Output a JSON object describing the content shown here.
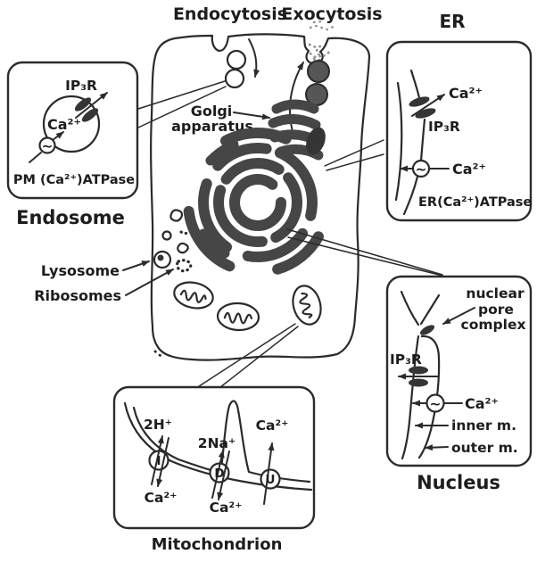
{
  "labels": {
    "endocytosis": "Endocytosis",
    "exocytosis": "Exocytosis",
    "golgi_line1": "Golgi",
    "golgi_line2": "apparatus",
    "lysosome": "Lysosome",
    "ribosomes": "Ribosomes"
  },
  "symbols": {
    "atpase": "~"
  },
  "endosome": {
    "title": "Endosome",
    "ip3r": "IP₃R",
    "ca": "Ca²⁺",
    "pump": "PM (Ca²⁺)ATPase"
  },
  "er": {
    "title": "ER",
    "ca_released": "Ca²⁺",
    "ip3r": "IP₃R",
    "ca_pumped": "Ca²⁺",
    "pump": "ER(Ca²⁺)ATPase"
  },
  "nucleus": {
    "title": "Nucleus",
    "pore_line1": "nuclear",
    "pore_line2": "pore",
    "pore_line3": "complex",
    "ip3r": "IP₃R",
    "ca": "Ca²⁺",
    "inner_membrane": "inner m.",
    "outer_membrane": "outer m."
  },
  "mitochondrion": {
    "title": "Mitochondrion",
    "h_ions": "2H⁺",
    "na_ions": "2Na⁺",
    "ca_left": "Ca²⁺",
    "ca_middle": "Ca²⁺",
    "ca_right": "Ca²⁺",
    "transporter_i": "I",
    "transporter_d": "D",
    "transporter_u": "U"
  },
  "colors": {
    "ink": "#2b2b2b",
    "organelle_dark": "#464646",
    "vesicle_gray": "#565656",
    "background": "#ffffff"
  }
}
